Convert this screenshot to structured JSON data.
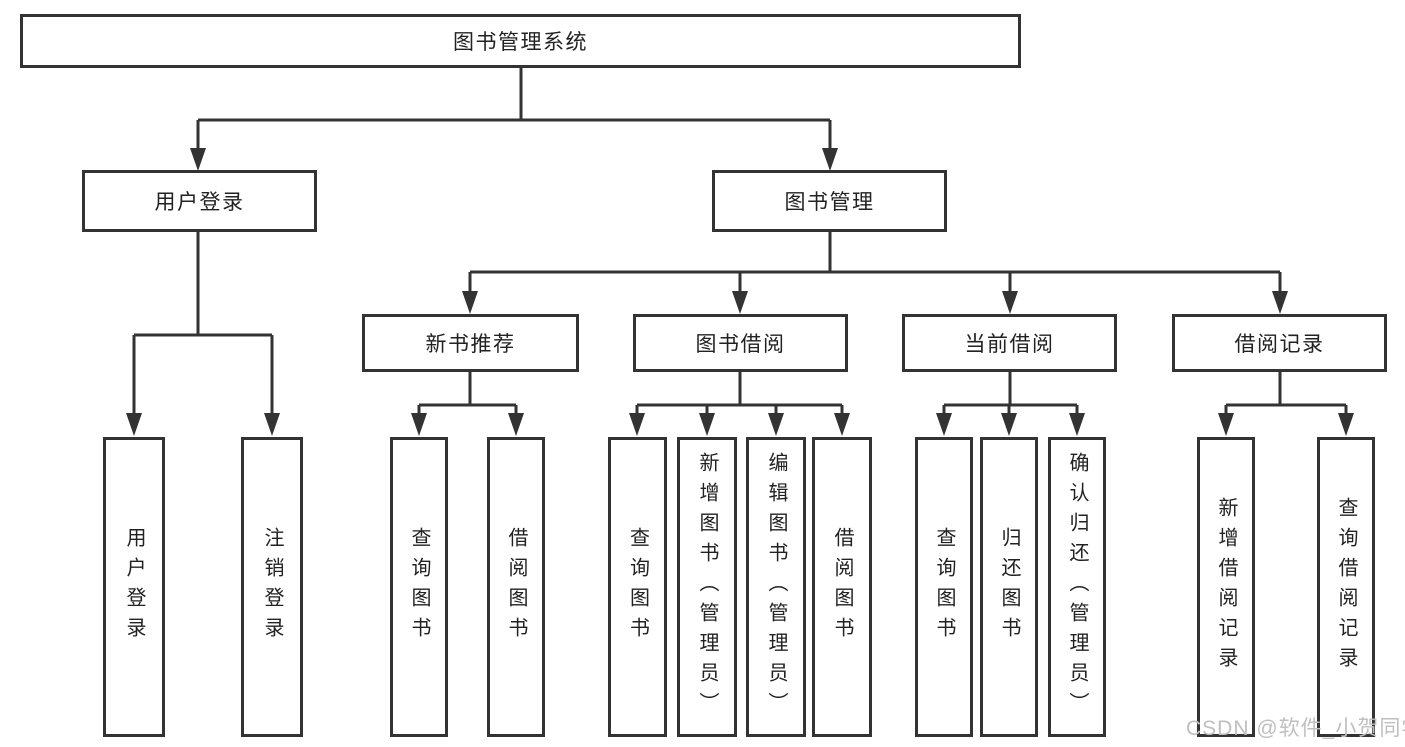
{
  "diagram": {
    "root": "图书管理系统",
    "level2": [
      {
        "label": "用户登录",
        "children": [
          "用户登录",
          "注销登录"
        ]
      },
      {
        "label": "图书管理"
      }
    ],
    "level3": [
      {
        "label": "新书推荐",
        "children": [
          "查询图书",
          "借阅图书"
        ]
      },
      {
        "label": "图书借阅",
        "children": [
          "查询图书",
          "新增图书（管理员）",
          "编辑图书（管理员）",
          "借阅图书"
        ]
      },
      {
        "label": "当前借阅",
        "children": [
          "查询图书",
          "归还图书",
          "确认归还（管理员）"
        ]
      },
      {
        "label": "借阅记录",
        "children": [
          "新增借阅记录",
          "查询借阅记录"
        ]
      }
    ]
  },
  "watermark": "CSDN @软件_小贺同学",
  "colors": {
    "line": "#333333",
    "border": "#333333",
    "text": "#222222",
    "watermark": "#bfbfbf",
    "background": "#ffffff"
  }
}
